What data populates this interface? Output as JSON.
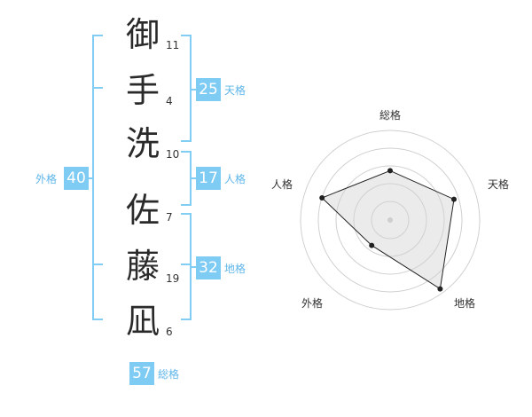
{
  "name_chars": [
    {
      "char": "御",
      "strokes": "11"
    },
    {
      "char": "手",
      "strokes": "4"
    },
    {
      "char": "洗",
      "strokes": "10"
    },
    {
      "char": "佐",
      "strokes": "7"
    },
    {
      "char": "藤",
      "strokes": "19"
    },
    {
      "char": "凪",
      "strokes": "6"
    }
  ],
  "kaku": {
    "tenkaku": {
      "value": "25",
      "label": "天格"
    },
    "jinkaku": {
      "value": "17",
      "label": "人格"
    },
    "chikaku": {
      "value": "32",
      "label": "地格"
    },
    "gaikaku": {
      "value": "40",
      "label": "外格"
    },
    "soukaku": {
      "value": "57",
      "label": "総格"
    }
  },
  "radar": {
    "axes": [
      "総格",
      "天格",
      "地格",
      "外格",
      "人格"
    ],
    "values": [
      0.55,
      0.75,
      0.95,
      0.35,
      0.8
    ]
  },
  "colors": {
    "accent": "#7ecbf3",
    "accent_text": "#5fb6ea"
  }
}
